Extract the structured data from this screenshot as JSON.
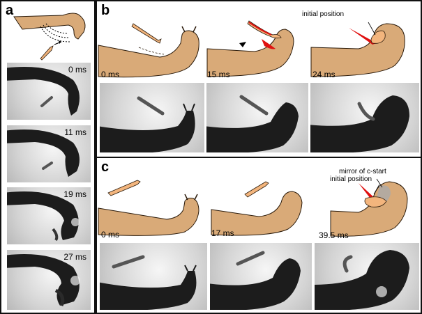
{
  "figure": {
    "panel_a": {
      "label": "a",
      "times": [
        "0 ms",
        "11 ms",
        "19 ms",
        "27 ms"
      ]
    },
    "panel_b": {
      "label": "b",
      "times": [
        "0 ms",
        "15 ms",
        "24 ms"
      ],
      "annotation": "initial position"
    },
    "panel_c": {
      "label": "c",
      "times": [
        "0 ms",
        "17 ms",
        "39.5 ms"
      ],
      "annotation_mirror": "mirror of c-start",
      "annotation_initial": "initial position"
    }
  },
  "colors": {
    "body": "#d9aa78",
    "body_outline": "#2a1a0a",
    "fish": "#f3b57d",
    "red_shadow": "#e01010",
    "photo_dark": "#1c1c1c"
  }
}
